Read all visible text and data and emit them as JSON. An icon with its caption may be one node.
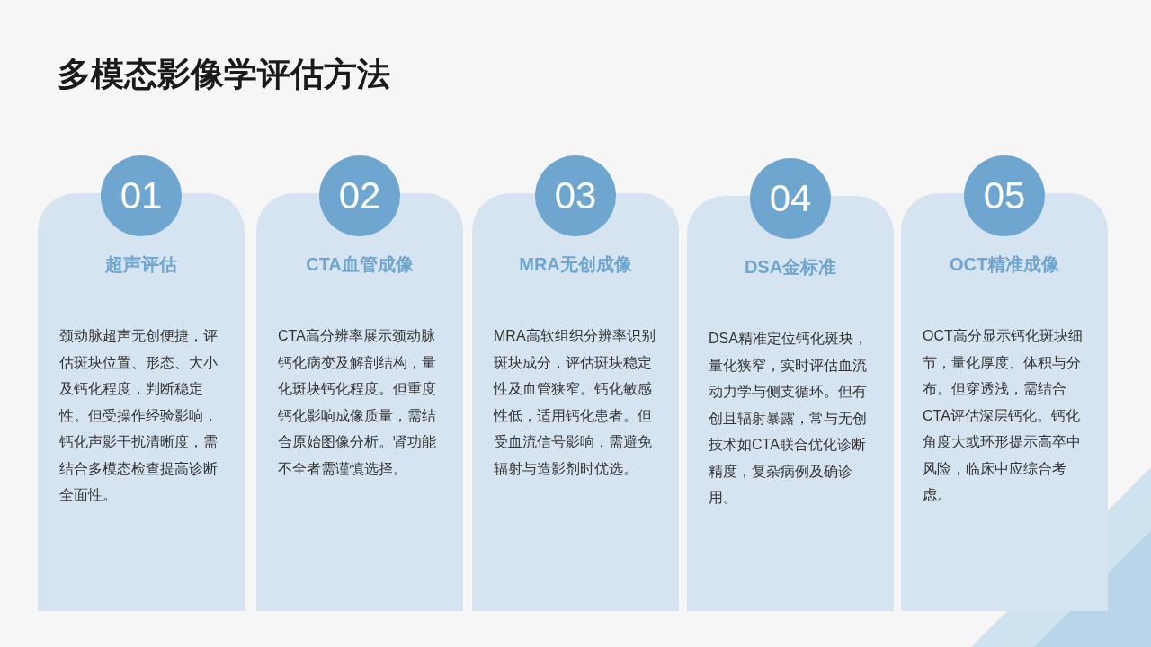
{
  "diagram": {
    "title": "多模态影像学评估方法",
    "nodes": [
      {
        "text": [
          "01"
        ]
      },
      {
        "text": [
          "超声评估",
          "颈动脉超声无创便捷，评估斑块位置、形态、大小及钙化程度，判断稳定性。但受操作经验影响，钙化声影干扰清晰度，需结合多模态检查提高诊断全面性。"
        ]
      },
      {
        "text": [
          "02"
        ]
      },
      {
        "text": [
          "CTA血管成像",
          "CTA高分辨率展示颈动脉钙化病变及解剖结构，量化斑块钙化程度。但重度钙化影响成像质量，需结合原始图像分析。肾功能不全者需谨慎选择。"
        ]
      },
      {
        "text": [
          "03"
        ]
      },
      {
        "text": [
          "MRA无创成像",
          "MRA高软组织分辨率识别斑块成分，评估斑块稳定性及血管狭窄。钙化敏感性低，适用钙化患者。但受血流信号影响，需避免辐射与造影剂时优选。"
        ]
      },
      {
        "text": [
          "04"
        ]
      },
      {
        "text": [
          "DSA金标准",
          "DSA精准定位钙化斑块，量化狭窄，实时评估血流动力学与侧支循环。但有创且辐射暴露，常与无创技术如CTA联合优化诊断精度，复杂病例及确诊用。"
        ]
      },
      {
        "text": [
          "05"
        ]
      },
      {
        "text": [
          "OCT精准成像",
          "OCT高分显示钙化斑块细节，量化厚度、体积与分布。但穿透浅，需结合CTA评估深层钙化。钙化角度大或环形提示高卒中风险，临床中应综合考虑。"
        ]
      }
    ]
  }
}
